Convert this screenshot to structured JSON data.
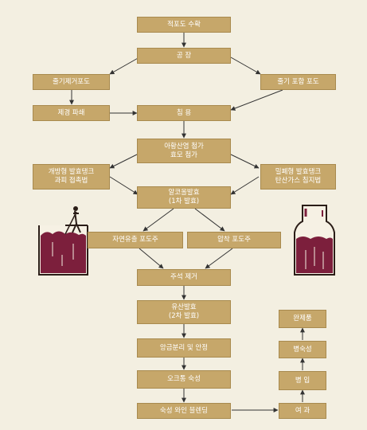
{
  "colors": {
    "background": "#f3efe1",
    "box_fill": "#c6a76a",
    "box_border": "#a88a4e",
    "box_text": "#ffffff",
    "arrow": "#333333",
    "tank_wine": "#7c1f3c",
    "tank_outline": "#2a1d17"
  },
  "steps": {
    "harvest": "적포도 수확",
    "factory": "공 장",
    "destem": "줄기제거포도",
    "stem_included": "줄기 포함 포도",
    "crush": "제경 파쇄",
    "maceration": "침 용",
    "sulfite": "아황산염 첨가\n효모 첨가",
    "open_tank": "개방형 발효탱크\n과피 접촉법",
    "closed_tank": "밀폐형 발효탱크\n탄산가스 침지법",
    "alcoholic": "알코올발효\n(1차 발효)",
    "free_run": "자연유출 포도주",
    "press": "압착 포도주",
    "press_removal": "주석 제거",
    "malolactic": "유산발효\n(2차 발효)",
    "racking": "앙금분리 및 안정",
    "oak": "오크통 숙성",
    "blending": "숙성 와인 블렌딩",
    "filtration": "여 과",
    "bottling": "병 입",
    "bottle_aging": "병숙성",
    "finished": "완제품"
  }
}
